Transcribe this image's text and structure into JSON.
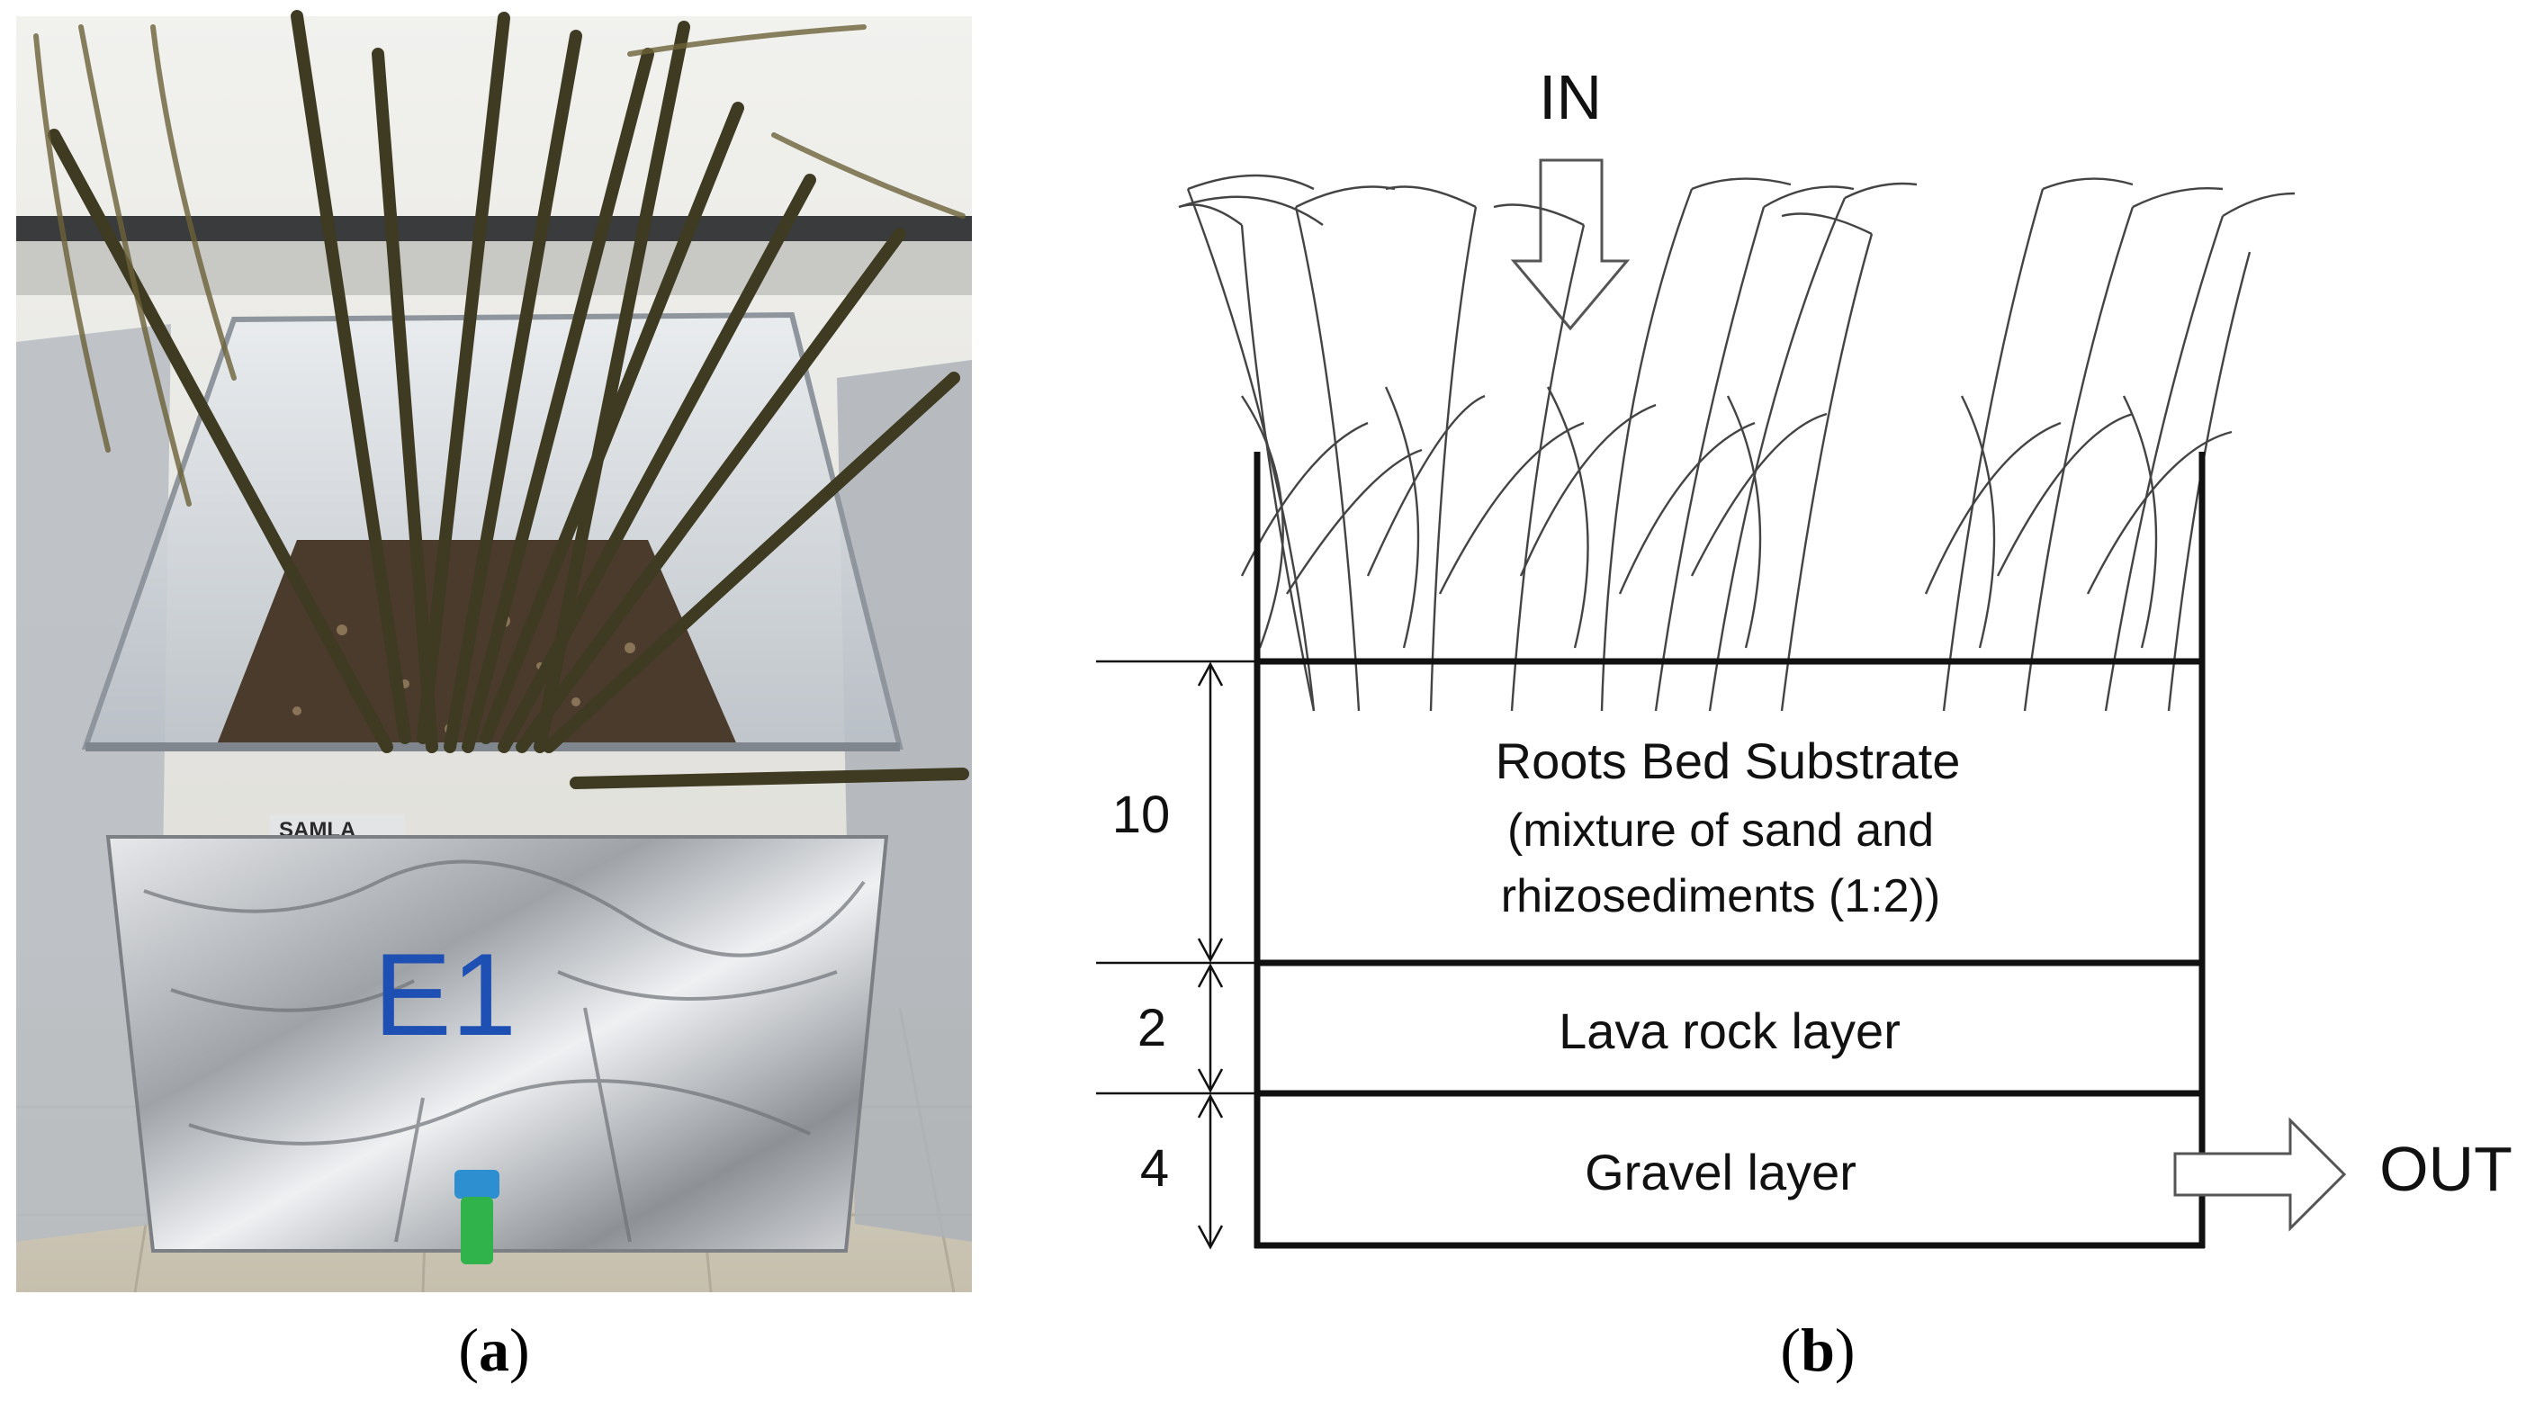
{
  "panel_a": {
    "label_open": "(",
    "label_letter": "a",
    "label_close": ")",
    "foil_marking": "E1",
    "container_brand": "SAMLA"
  },
  "panel_b": {
    "label_open": "(",
    "label_letter": "b",
    "label_close": ")",
    "inflow_label": "IN",
    "outflow_label": "OUT",
    "layers": [
      {
        "name": "Roots Bed Substrate",
        "detail_line_1": "(mixture of sand and",
        "detail_line_2": "rhizosediments (1:2))",
        "thickness": "10"
      },
      {
        "name": "Lava rock layer",
        "thickness": "2"
      },
      {
        "name": "Gravel layer",
        "thickness": "4"
      }
    ]
  },
  "colors": {
    "foil": "#c9ccd0",
    "soil": "#4a3b2c",
    "reed_stem": "#3f3a22",
    "tap": "#2fb34a",
    "tap_cap": "#2e8fd0",
    "marker_ink": "#1e4fb3",
    "line": "#111111"
  }
}
